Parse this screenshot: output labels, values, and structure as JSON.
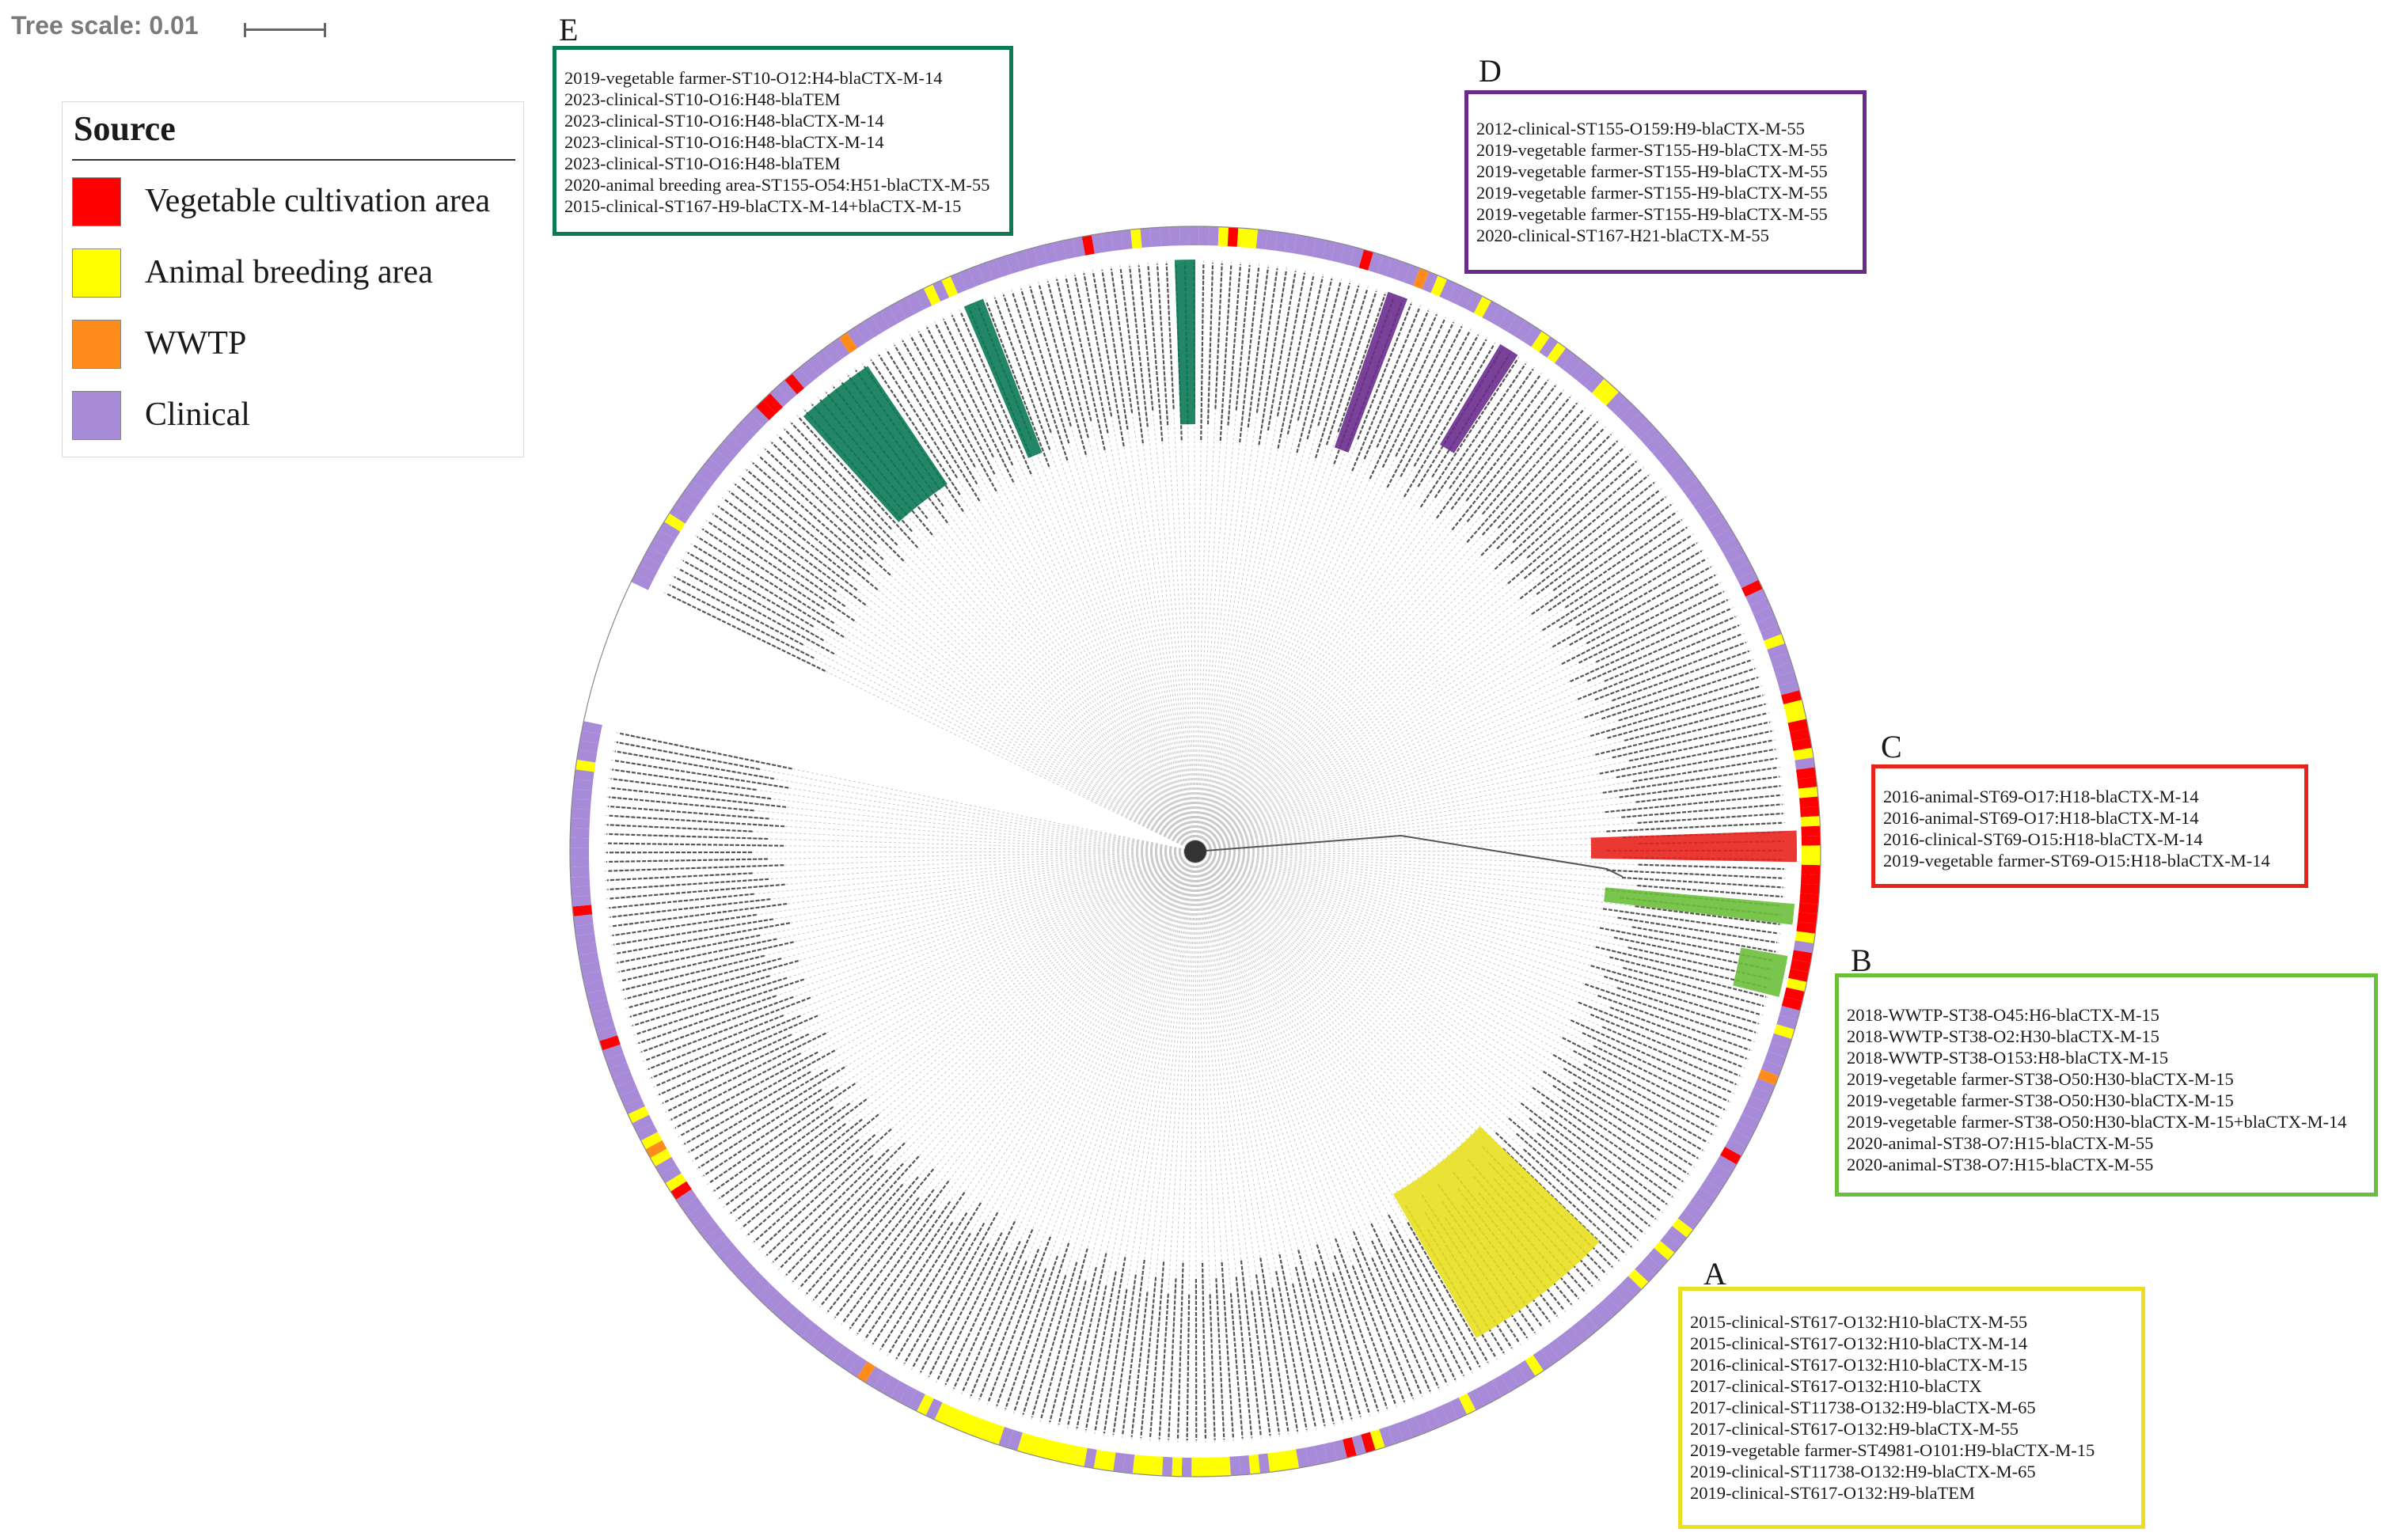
{
  "tree_scale": {
    "label": "Tree scale: 0.01"
  },
  "legend": {
    "title": "Source",
    "items": [
      {
        "label": "Vegetable cultivation area",
        "color": "#ff0000"
      },
      {
        "label": "Animal breeding area",
        "color": "#ffff00"
      },
      {
        "label": "WWTP",
        "color": "#ff8c1a"
      },
      {
        "label": "Clinical",
        "color": "#a78bd8"
      }
    ]
  },
  "clusters": [
    {
      "letter": "E",
      "color": "#0b7a57",
      "lines": [
        "2019-vegetable farmer-ST10-O12:H4-blaCTX-M-14",
        "2023-clinical-ST10-O16:H48-blaTEM",
        "2023-clinical-ST10-O16:H48-blaCTX-M-14",
        "2023-clinical-ST10-O16:H48-blaCTX-M-14",
        "2023-clinical-ST10-O16:H48-blaTEM",
        "2020-animal breeding area-ST155-O54:H51-blaCTX-M-55",
        "2015-clinical-ST167-H9-blaCTX-M-14+blaCTX-M-15"
      ]
    },
    {
      "letter": "D",
      "color": "#6a2c8c",
      "lines": [
        "2012-clinical-ST155-O159:H9-blaCTX-M-55",
        "2019-vegetable farmer-ST155-H9-blaCTX-M-55",
        "2019-vegetable farmer-ST155-H9-blaCTX-M-55",
        "2019-vegetable farmer-ST155-H9-blaCTX-M-55",
        "2019-vegetable farmer-ST155-H9-blaCTX-M-55",
        "2020-clinical-ST167-H21-blaCTX-M-55"
      ]
    },
    {
      "letter": "C",
      "color": "#e8231c",
      "lines": [
        "2016-animal-ST69-O17:H18-blaCTX-M-14",
        "2016-animal-ST69-O17:H18-blaCTX-M-14",
        "2016-clinical-ST69-O15:H18-blaCTX-M-14",
        "2019-vegetable farmer-ST69-O15:H18-blaCTX-M-14"
      ]
    },
    {
      "letter": "B",
      "color": "#6abf3a",
      "lines": [
        "2018-WWTP-ST38-O45:H6-blaCTX-M-15",
        "2018-WWTP-ST38-O2:H30-blaCTX-M-15",
        "2018-WWTP-ST38-O153:H8-blaCTX-M-15",
        "2019-vegetable farmer-ST38-O50:H30-blaCTX-M-15",
        "2019-vegetable farmer-ST38-O50:H30-blaCTX-M-15",
        "2019-vegetable farmer-ST38-O50:H30-blaCTX-M-15+blaCTX-M-14",
        "2020-animal-ST38-O7:H15-blaCTX-M-55",
        "2020-animal-ST38-O7:H15-blaCTX-M-55"
      ]
    },
    {
      "letter": "A",
      "color": "#e8e020",
      "lines": [
        "2015-clinical-ST617-O132:H10-blaCTX-M-55",
        "2015-clinical-ST617-O132:H10-blaCTX-M-14",
        "2016-clinical-ST617-O132:H10-blaCTX-M-15",
        "2017-clinical-ST617-O132:H10-blaCTX",
        "2017-clinical-ST11738-O132:H9-blaCTX-M-65",
        "2017-clinical-ST617-O132:H9-blaCTX-M-55",
        "2019-vegetable farmer-ST4981-O101:H9-blaCTX-M-15",
        "2019-clinical-ST11738-O132:H9-blaCTX-M-65",
        "2019-clinical-ST617-O132:H9-blaTEM"
      ]
    }
  ]
}
